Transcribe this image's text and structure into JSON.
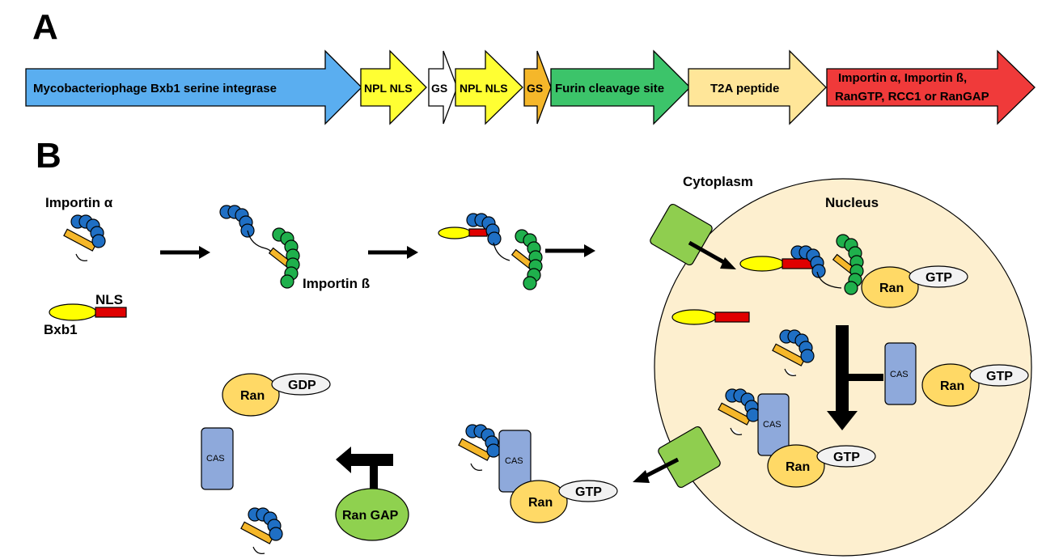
{
  "panels": {
    "a": "A",
    "b": "B"
  },
  "construct": {
    "segments": [
      {
        "label": "Mycobacteriophage  Bxb1 serine integrase",
        "color": "#5aaef0"
      },
      {
        "label": "NPL NLS",
        "color": "#ffff33"
      },
      {
        "label": "GS",
        "color": "#ffffff"
      },
      {
        "label": "NPL NLS",
        "color": "#ffff33"
      },
      {
        "label": "GS",
        "color": "#f5b72a"
      },
      {
        "label": "Furin cleavage site",
        "color": "#3cc46a"
      },
      {
        "label": "T2A peptide",
        "color": "#ffe699"
      },
      {
        "label_line1": "Importin α, Importin ß,",
        "label_line2": "RanGTP, RCC1 or RanGAP",
        "color": "#f03a3a"
      }
    ]
  },
  "pathway": {
    "importin_alpha": "Importin α",
    "importin_beta": "Importin ß",
    "nls": "NLS",
    "bxb1": "Bxb1",
    "cytoplasm": "Cytoplasm",
    "nucleus": "Nucleus",
    "ran": "Ran",
    "gtp": "GTP",
    "gdp": "GDP",
    "cas": "CAS",
    "ran_gap": "Ran GAP"
  },
  "colors": {
    "nucleus_fill": "#fdefcf",
    "pore": "#8fce4f",
    "cas": "#8ea9db",
    "ran": "#ffd966",
    "alpha_bead": "#1f6fc4",
    "beta_bead": "#1fb04c",
    "bxb1": "#ffff00",
    "nls": "#e00000",
    "ibb": "#f5b72a",
    "ran_gap": "#8fd14f"
  }
}
